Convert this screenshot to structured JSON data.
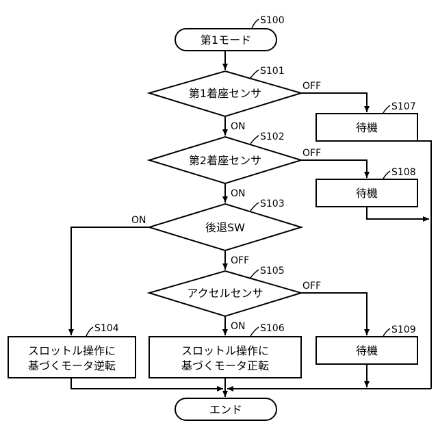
{
  "nodes": {
    "start": {
      "step": "S100",
      "label": "第1モード"
    },
    "seat1": {
      "step": "S101",
      "label": "第1着座センサ"
    },
    "seat2": {
      "step": "S102",
      "label": "第2着座センサ"
    },
    "back": {
      "step": "S103",
      "label": "後退SW"
    },
    "accel": {
      "step": "S105",
      "label": "アクセルセンサ"
    },
    "rev": {
      "step": "S104",
      "lines": [
        "スロットル操作に",
        "基づくモータ逆転"
      ]
    },
    "fwd": {
      "step": "S106",
      "lines": [
        "スロットル操作に",
        "基づくモータ正転"
      ]
    },
    "wait1": {
      "step": "S107",
      "label": "待機"
    },
    "wait2": {
      "step": "S108",
      "label": "待機"
    },
    "wait3": {
      "step": "S109",
      "label": "待機"
    },
    "end": {
      "label": "エンド"
    }
  },
  "edges": {
    "seat1_on": "ON",
    "seat1_off": "OFF",
    "seat2_on": "ON",
    "seat2_off": "OFF",
    "back_on": "ON",
    "back_off": "OFF",
    "accel_on": "ON",
    "accel_off": "OFF"
  }
}
